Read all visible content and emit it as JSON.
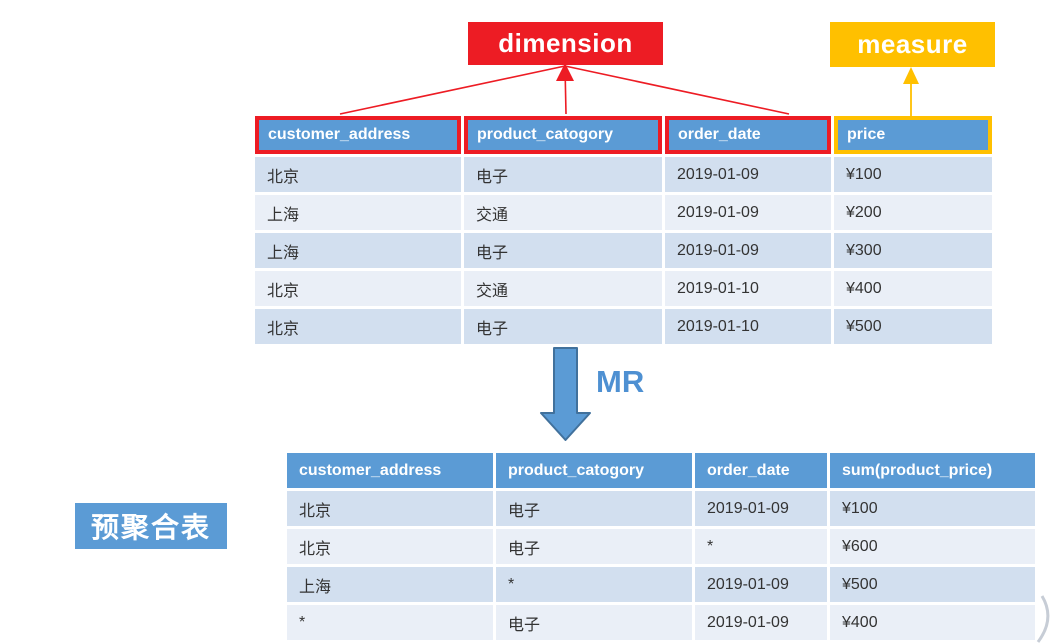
{
  "labels": {
    "dimension": "dimension",
    "measure": "measure",
    "mr": "MR",
    "pre_agg": "预聚合表"
  },
  "colors": {
    "header_blue": "#5B9BD5",
    "band_dark": "#D2DFEF",
    "band_light": "#EAEFF7",
    "dimension_red": "#ED1C24",
    "measure_yellow": "#FFC000",
    "mr_arrow_fill": "#5B9BD5",
    "mr_arrow_border": "#41719C",
    "mr_text_blue": "#4E90D2"
  },
  "source_table": {
    "columns": [
      "customer_address",
      "product_catogory",
      "order_date",
      "price"
    ],
    "header_highlight": [
      "dimension",
      "dimension",
      "dimension",
      "measure"
    ],
    "rows": [
      [
        "北京",
        "电子",
        "2019-01-09",
        "¥100"
      ],
      [
        "上海",
        "交通",
        "2019-01-09",
        "¥200"
      ],
      [
        "上海",
        "电子",
        "2019-01-09",
        "¥300"
      ],
      [
        "北京",
        "交通",
        "2019-01-10",
        "¥400"
      ],
      [
        "北京",
        "电子",
        "2019-01-10",
        "¥500"
      ]
    ]
  },
  "pre_agg_table": {
    "columns": [
      "customer_address",
      "product_catogory",
      "order_date",
      "sum(product_price)"
    ],
    "header_highlight": null,
    "rows": [
      [
        "北京",
        "电子",
        "2019-01-09",
        "¥100"
      ],
      [
        "北京",
        "电子",
        "*",
        "¥600"
      ],
      [
        "上海",
        "*",
        "2019-01-09",
        "¥500"
      ],
      [
        "*",
        "电子",
        "2019-01-09",
        "¥400"
      ]
    ]
  }
}
